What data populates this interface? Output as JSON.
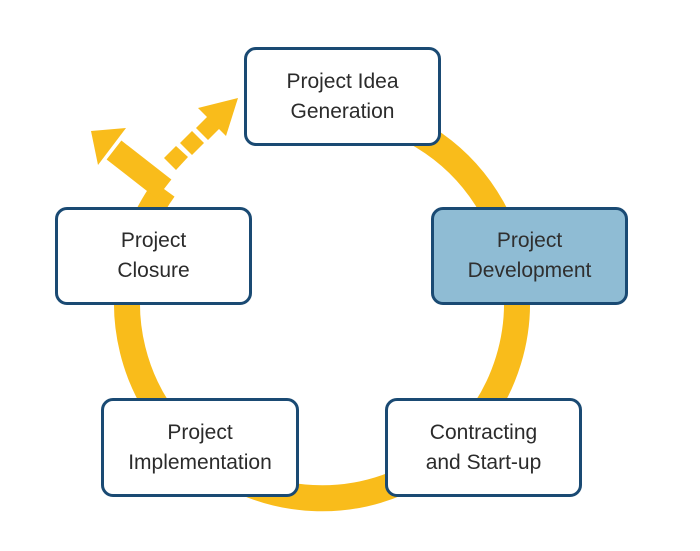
{
  "colors": {
    "ring": "#f9bc1b",
    "node_border": "#1a4a73",
    "node_fill": "#ffffff",
    "highlight_fill": "#8fbcd4",
    "text": "#2b2b2b"
  },
  "stages": [
    {
      "label": "Project Idea\nGeneration",
      "highlighted": false
    },
    {
      "label": "Project\nDevelopment",
      "highlighted": true
    },
    {
      "label": "Contracting\nand Start-up",
      "highlighted": false
    },
    {
      "label": "Project\nImplementation",
      "highlighted": false
    },
    {
      "label": "Project\nClosure",
      "highlighted": false
    }
  ]
}
